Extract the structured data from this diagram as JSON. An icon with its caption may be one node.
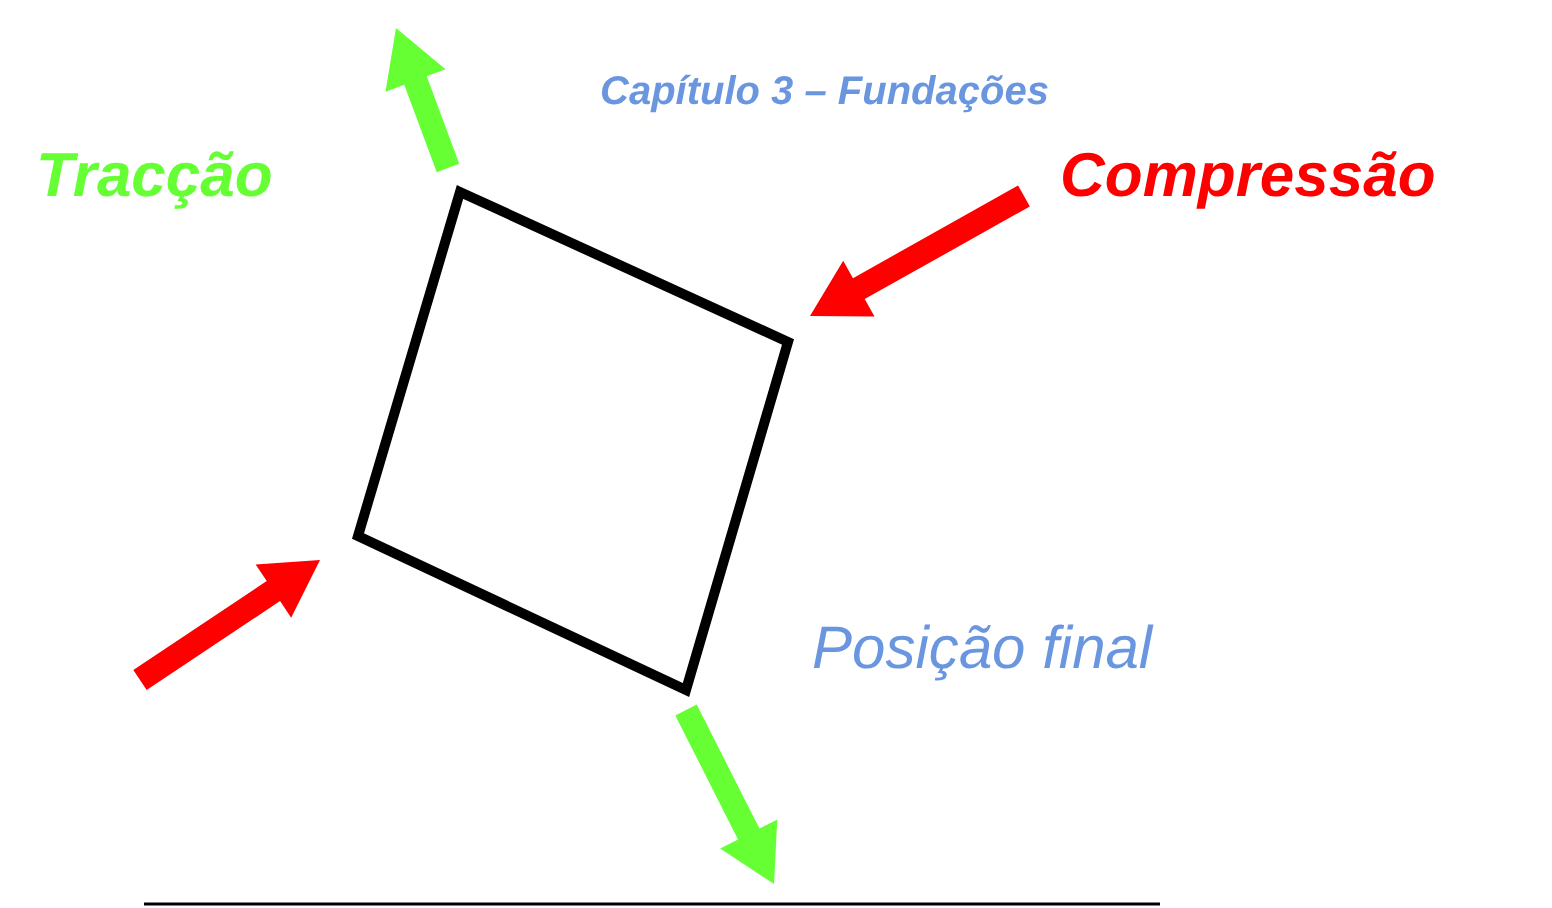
{
  "diagram": {
    "nodes": [
      {
        "text": [],
        "shape": "box"
      }
    ],
    "labels": [
      "Capítulo 3 – Fundações",
      "Tracção",
      "Compressão",
      "Posição final"
    ]
  }
}
